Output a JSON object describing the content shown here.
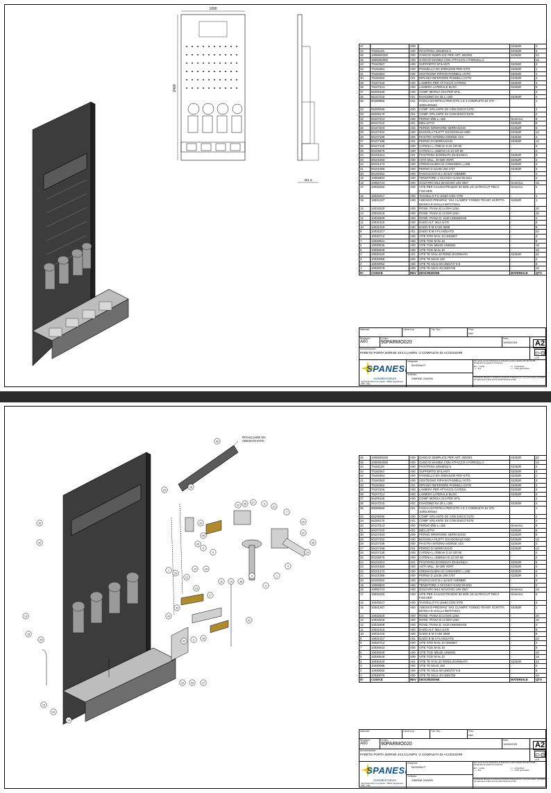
{
  "sheet1": {
    "dim_width": "1000",
    "dim_height": "2400",
    "dim_depth": "351.5"
  },
  "sheet2": {
    "callout_note": "RITAGLIARE DA\nADESIVO KITO",
    "balloons_left": [
      "35",
      "32",
      "13",
      "16",
      "29",
      "15",
      "44",
      "34"
    ],
    "balloons_center": [
      "36",
      "29",
      "28",
      "30",
      "45",
      "42",
      "9",
      "4",
      "31",
      "46",
      "27",
      "5",
      "21",
      "7",
      "20",
      "22",
      "26",
      "24",
      "4",
      "8",
      "38",
      "13",
      "11",
      "3",
      "1",
      "19",
      "16",
      "26",
      "12",
      "23",
      "17",
      "30",
      "43",
      "41",
      "40",
      "2",
      "18",
      "19",
      "39",
      "17",
      "1"
    ]
  },
  "bom_header": [
    "N°",
    "CODICE",
    "REV",
    "DESCRIZIONE",
    "MATERIALE",
    "QTÀ"
  ],
  "bom1": [
    [
      "47",
      "-",
      "A00",
      "-",
      "S235JR",
      "4"
    ],
    [
      "44",
      "70151126",
      "A00",
      "PIASTRINA 100x80x2.5",
      "S235JR",
      "4"
    ],
    [
      "46",
      "1006500100",
      "A00",
      "GANCIO SEMPLICE PER ART. 300/301",
      "S235JR",
      "22"
    ],
    [
      "45",
      "1000092000",
      "A00",
      "GANCIO MANINA CON ATTACCO A FORCELLA",
      "",
      "14"
    ],
    [
      "43",
      "70150367",
      "A00",
      "SUPPORTO SFILANTI",
      "S235JR",
      "4"
    ],
    [
      "42",
      "70150364",
      "A00",
      "PANNELLO DX  2000x1000  PER KITO",
      "S235JR",
      "1"
    ],
    [
      "41",
      "70150363",
      "A00",
      "SOSTEGNO RIPIANI PANNELLI KITO",
      "S235JR",
      "4"
    ],
    [
      "40",
      "70150362",
      "A01",
      "RIPIANO INFERIORE PANNELLI KITO",
      "S235JR",
      "2"
    ],
    [
      "39",
      "70107216",
      "A00",
      "LAMIERA PER ATTACCO CATENA",
      "S235JR",
      "4"
    ],
    [
      "38",
      "70107214",
      "A00",
      "LAMIERA LATERALE BLOC.",
      "S235JR",
      "8"
    ],
    [
      "37",
      "65209165",
      "A00",
      "COMP. MORSA 4X4 PER SFIL.",
      "",
      "4"
    ],
    [
      "36",
      "65107215",
      "A01",
      "ESAGONO DA 35 L=100",
      "S235JR",
      "4"
    ],
    [
      "35",
      "80288950",
      "A01",
      "FASCIA ESTETICA PER KITO  1 E 3  COMPLETA DI VITI - 1000x400x54",
      "",
      "1"
    ],
    [
      "34",
      "65209290",
      "A00",
      "COMP. SFILANTE DX CON DISCO h375",
      "",
      "2"
    ],
    [
      "33",
      "65209170",
      "A01",
      "COMP. SFILANTE SX CON DISCO h375",
      "",
      "2"
    ],
    [
      "32",
      "50107213",
      "A00",
      "PERNO Ø35 L=185",
      "Generico",
      "8"
    ],
    [
      "31",
      "50107210",
      "A01",
      "BIELLETTA",
      "S235JR",
      "8"
    ],
    [
      "30",
      "50107203",
      "A00",
      "PERNO INFERIORE SERRAGGIO",
      "S235JR",
      "8"
    ],
    [
      "29",
      "50107202",
      "A00",
      "BUSSOLA FILETT. ESAGONALE M20",
      "S235JR",
      "12"
    ],
    [
      "28",
      "50107199",
      "A00",
      "PIASTRA INTERNA MORSE 4X4",
      "S235JR",
      "4"
    ],
    [
      "27",
      "50107198",
      "A01",
      "PERNO DI SERRAGGIO",
      "S235JR",
      "12"
    ],
    [
      "26",
      "50107125",
      "A00",
      "CATENA L=700mm  D.10  GR 80",
      "-",
      "2"
    ],
    [
      "25",
      "50105975",
      "A00",
      "CATENA L=1550mm  D.10  GR 80",
      "-",
      "2"
    ],
    [
      "24",
      "50101814",
      "A01",
      "PIASTRINA ZIGRINATA ZN BIANCA",
      "S235JR",
      "8"
    ],
    [
      "23",
      "50101583",
      "A00",
      "ASTA MILL. 40-380  VERT.",
      "S235JR",
      "4"
    ],
    [
      "22",
      "50101473",
      "A00",
      "CREMAGLIERA DI COMANDO L=335",
      "S235JR",
      "4"
    ],
    [
      "21",
      "50101086",
      "A00",
      "PERNO D.12x36  UNI 1707",
      "S235JR",
      "4"
    ],
    [
      "20",
      "50100352",
      "A00",
      "PASSACAVO D.e 32-3/4\"+MEMBR.",
      "-",
      "4"
    ],
    [
      "19",
      "10055803",
      "A00",
      "TENDITORE 1 OCCHIO+GANCIO M14",
      "-",
      "2"
    ],
    [
      "18",
      "10055724",
      "A00",
      "GOLFARO M14 MASCHIO UNI 2947",
      "Generico",
      "16"
    ],
    [
      "17",
      "10045202",
      "A00",
      "VITE PER CALCESTRUZZO 6X 60/5 US ULTRACUT FBS II FISCHER",
      "Generico",
      "6"
    ],
    [
      "16",
      "10045017",
      "A00",
      "TASSELLO FU 10x60 CON VITE",
      "-",
      "4"
    ],
    [
      "15",
      "10041267",
      "A00",
      "ADESIVO PRESPAZ \"4X4 CLAMPS\" FONDO TRASP. SCRITTA BIANCA E GIALLA 597X70mm",
      "S235JR",
      "1"
    ],
    [
      "14",
      "10032520",
      "A00",
      "ROND. PIANA D.14 DIN 125A",
      "-",
      "20"
    ],
    [
      "13",
      "10032518",
      "A00",
      "ROND. PIANA D.12 DIN 125A",
      "-",
      "16"
    ],
    [
      "12",
      "10032509",
      "A00",
      "ROND. PIANA D. 6x18 UNI6593-69",
      "-",
      "4"
    ],
    [
      "11",
      "10031515",
      "A00",
      "DADO ALT. M14 ALTO",
      "-",
      "8"
    ],
    [
      "10",
      "10031019",
      "A00",
      "DADO E M 8 UNI 5588",
      "-",
      "8"
    ],
    [
      "9",
      "10031017",
      "A01",
      "DADO E M 6 FLANGIATO",
      "-",
      "22"
    ],
    [
      "8",
      "10030712",
      "A00",
      "VITE STEI M 6x 10 UNI5927",
      "-",
      "4"
    ],
    [
      "7",
      "10030544",
      "A00",
      "VITE TCEI M 8x 16",
      "-",
      "8"
    ],
    [
      "6",
      "10030536",
      "A00",
      "VITE TCEI M6x30 UNI5931",
      "-",
      "16"
    ],
    [
      "5",
      "10030528",
      "A00",
      "VITE TCEI M 6x 10",
      "-",
      "16"
    ],
    [
      "4",
      "10030420",
      "A01",
      "VITE TE M 6x 20 ROND.ZIGRINATA",
      "S235JR",
      "22"
    ],
    [
      "3",
      "10030095",
      "A00",
      "VITE TE M14X 100",
      "-",
      "4"
    ],
    [
      "2",
      "10030092",
      "A00",
      "VITE TE M14x 60 UNI5737 8.8",
      "-",
      "8"
    ],
    [
      "1",
      "10030079",
      "A00",
      "VITE TE M12x 40 UNI5739",
      "-",
      "16"
    ]
  ],
  "bom2": [
    [
      "46",
      "1006500100",
      "A00",
      "GANCIO SEMPLICE PER ART. 300/301",
      "S235JR",
      "22"
    ],
    [
      "45",
      "1000092000",
      "A00",
      "GANCIO MANINA CON ATTACCO A FORCELLA",
      "",
      "14"
    ],
    [
      "44",
      "70151126",
      "A00",
      "PIASTRINA 100x80x2.5",
      "S235JR",
      "4"
    ],
    [
      "43",
      "70150367",
      "A00",
      "SUPPORTO SFILANTI",
      "S235JR",
      "4"
    ],
    [
      "42",
      "70150364",
      "A00",
      "PANNELLO DX  2000x1000  PER KITO",
      "S235JR",
      "1"
    ],
    [
      "41",
      "70150363",
      "A00",
      "SOSTEGNO RIPIANI PANNELLI KITO",
      "S235JR",
      "4"
    ],
    [
      "40",
      "70150362",
      "A01",
      "RIPIANO INFERIORE PANNELLI KITO",
      "S235JR",
      "2"
    ],
    [
      "39",
      "70107216",
      "A00",
      "LAMIERA PER ATTACCO CATENA",
      "S235JR",
      "4"
    ],
    [
      "38",
      "70107214",
      "A00",
      "LAMIERA LATERALE BLOC.",
      "S235JR",
      "8"
    ],
    [
      "37",
      "65209165",
      "A00",
      "COMP. MORSA 4X4 PER SFIL.",
      "",
      "4"
    ],
    [
      "36",
      "65107215",
      "A01",
      "ESAGONO DA 35 L=100",
      "S235JR",
      "4"
    ],
    [
      "35",
      "80288950",
      "A01",
      "FASCIA ESTETICA PER KITO  1 E 3  COMPLETA DI VITI - 1000x400x54",
      "",
      "1"
    ],
    [
      "34",
      "65209290",
      "A00",
      "COMP. SFILANTE DX CON DISCO h375",
      "",
      "2"
    ],
    [
      "33",
      "65209170",
      "A01",
      "COMP. SFILANTE SX CON DISCO h375",
      "",
      "2"
    ],
    [
      "32",
      "50107213",
      "A00",
      "PERNO Ø35 L=185",
      "Generico",
      "8"
    ],
    [
      "31",
      "50107210",
      "A01",
      "BIELLETTA",
      "S235JR",
      "8"
    ],
    [
      "30",
      "50107203",
      "A00",
      "PERNO INFERIORE SERRAGGIO",
      "S235JR",
      "8"
    ],
    [
      "29",
      "50107202",
      "A00",
      "BUSSOLA FILETT. ESAGONALE M20",
      "S235JR",
      "12"
    ],
    [
      "28",
      "50107199",
      "A00",
      "PIASTRA INTERNA MORSE 4X4",
      "S235JR",
      "4"
    ],
    [
      "27",
      "50107198",
      "A01",
      "PERNO DI SERRAGGIO",
      "S235JR",
      "12"
    ],
    [
      "26",
      "50107125",
      "A00",
      "CATENA L=700mm  D.10  GR 80",
      "-",
      "2"
    ],
    [
      "25",
      "50105975",
      "A00",
      "CATENA L=1550mm  D.10  GR 80",
      "-",
      "2"
    ],
    [
      "24",
      "50101814",
      "A01",
      "PIASTRINA ZIGRINATA ZN BIANCA",
      "S235JR",
      "8"
    ],
    [
      "23",
      "50101583",
      "A00",
      "ASTA MILL. 40-380  VERT.",
      "S235JR",
      "4"
    ],
    [
      "22",
      "50101473",
      "A00",
      "CREMAGLIERA DI COMANDO L=335",
      "S235JR",
      "4"
    ],
    [
      "21",
      "50101086",
      "A00",
      "PERNO D.12x36  UNI 1707",
      "S235JR",
      "4"
    ],
    [
      "20",
      "50100352",
      "A00",
      "PASSACAVO D.e 32-3/4\"+MEMBR.",
      "-",
      "4"
    ],
    [
      "19",
      "10055803",
      "A00",
      "TENDITORE 1 OCCHIO+GANCIO M14",
      "-",
      "2"
    ],
    [
      "18",
      "10055724",
      "A00",
      "GOLFARO M14 MASCHIO UNI 2947",
      "Generico",
      "16"
    ],
    [
      "17",
      "10045202",
      "A00",
      "VITE PER CALCESTRUZZO 6X 60/5 US ULTRACUT FBS II FISCHER",
      "Generico",
      "6"
    ],
    [
      "16",
      "10045017",
      "A00",
      "TASSELLO FU 10x60 CON VITE",
      "-",
      "4"
    ],
    [
      "15",
      "10041267",
      "A00",
      "ADESIVO PRESPAZ \"4X4 CLAMPS\" FONDO TRASP. SCRITTA BIANCA E GIALLA 597X70mm",
      "S235JR",
      "1"
    ],
    [
      "14",
      "10032520",
      "A00",
      "ROND. PIANA D.14 DIN 125A",
      "-",
      "20"
    ],
    [
      "13",
      "10032518",
      "A00",
      "ROND. PIANA D.12 DIN 125A",
      "-",
      "16"
    ],
    [
      "12",
      "10032509",
      "A00",
      "ROND. PIANA D. 6x18 UNI6593-69",
      "-",
      "4"
    ],
    [
      "11",
      "10031515",
      "A00",
      "DADO ALT. M14 ALTO",
      "-",
      "8"
    ],
    [
      "10",
      "10031019",
      "A00",
      "DADO E M 8 UNI 5588",
      "-",
      "8"
    ],
    [
      "9",
      "10031017",
      "A01",
      "DADO E M 6 FLANGIATO",
      "-",
      "22"
    ],
    [
      "8",
      "10030712",
      "A00",
      "VITE STEI M 6x 10 UNI5927",
      "-",
      "4"
    ],
    [
      "7",
      "10030544",
      "A00",
      "VITE TCEI M 8x 16",
      "-",
      "8"
    ],
    [
      "6",
      "10030536",
      "A00",
      "VITE TCEI M6x30 UNI5931",
      "-",
      "16"
    ],
    [
      "5",
      "10030528",
      "A00",
      "VITE TCEI M 6x 10",
      "-",
      "16"
    ],
    [
      "4",
      "10030420",
      "A01",
      "VITE TE M 6x 20 ROND.ZIGRINATA",
      "S235JR",
      "22"
    ],
    [
      "3",
      "10030095",
      "A00",
      "VITE TE M14X 100",
      "-",
      "4"
    ],
    [
      "2",
      "10030092",
      "A00",
      "VITE TE M14x 60 UNI5737 8.8",
      "-",
      "8"
    ],
    [
      "1",
      "10030079",
      "A00",
      "VITE TE M12x 40 UNI5739",
      "-",
      "16"
    ]
  ],
  "title_block": {
    "materiale_lbl": "Materiale:",
    "lamiera_lbl": "Lamiera sp.",
    "trat_lbl": "Trat. Sup.:",
    "peso_lbl": "Peso:",
    "peso_val": "N/A",
    "revisione_lbl": "Revisione:",
    "revisione_val": "A00",
    "codice_lbl": "Codice:",
    "codice_val": "90PARMO020",
    "data_lbl": "Data:",
    "data_val": "19/05/2025",
    "format": "A2",
    "scale": "1:10",
    "denominazione_lbl": "Denominazione:",
    "denominazione_val": "PARETE PORTA MORSE 4X4 CLAMPS -2  COMPLETA DI ACCESSORI",
    "disegnato_lbl": "Disegnato:",
    "disegnato_val": "BUSANA P.",
    "verificato_lbl": "Verificato:",
    "verificato_val": "SIMONE ZANON",
    "tolerance_note": "Per quote senza indicazione di tolleranza vedere tabella UNI EN 22768 - Designazione grado di precisione:",
    "grades": [
      "f - fine",
      "m - media",
      "c - grossolana",
      "v - molto grossolana"
    ],
    "brand": "SPANESI",
    "brand_sub": "Autoattrezzature",
    "brand_address": "Via Praulini 53-1 Loc.Gardin - 35010 Vigodarzere (PD) - Italy",
    "legal_note": "Il presente disegno è esclusiva proprietà di Spanesi srl e non può essere riprodotto né trasmesso a terzi senza autorizzazione scritta"
  }
}
